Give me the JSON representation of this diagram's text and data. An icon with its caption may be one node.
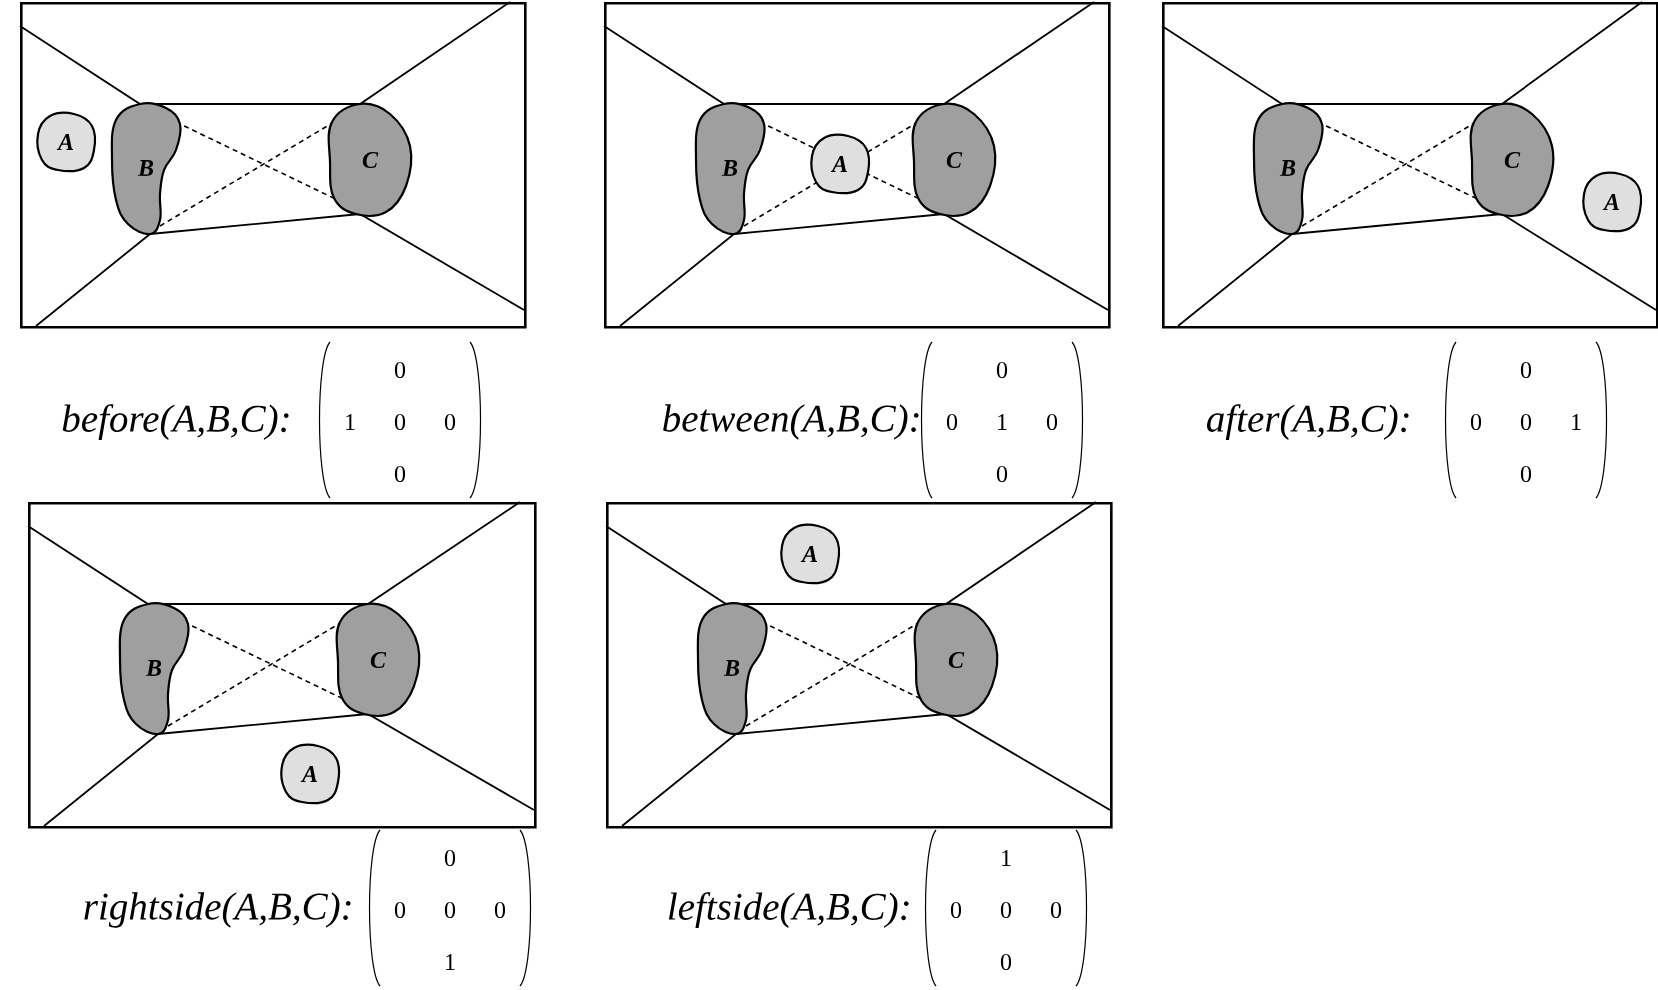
{
  "diagram": {
    "nodes": [
      {
        "text": [],
        "shape": "box",
        "beside": [
          "before(A,B,C):"
        ]
      },
      {
        "text": [
          "B"
        ],
        "in": 0
      },
      {
        "text": [
          "C"
        ],
        "in": 0
      },
      {
        "text": [
          "A"
        ],
        "in": 0
      },
      {
        "text": [],
        "shape": "box",
        "beside": [
          "between(A,B,C):"
        ]
      },
      {
        "text": [
          "B"
        ],
        "in": 4
      },
      {
        "text": [
          "C"
        ],
        "in": 4
      },
      {
        "text": [
          "A"
        ],
        "in": 4
      },
      {
        "text": [],
        "shape": "box",
        "beside": [
          "after(A,B,C):"
        ]
      },
      {
        "text": [
          "B"
        ],
        "in": 8
      },
      {
        "text": [
          "C"
        ],
        "in": 8
      },
      {
        "text": [
          "A"
        ],
        "in": 8
      },
      {
        "text": [],
        "shape": "box",
        "beside": [
          "rightside(A,B,C):"
        ]
      },
      {
        "text": [
          "B"
        ],
        "in": 12
      },
      {
        "text": [
          "C"
        ],
        "in": 12
      },
      {
        "text": [
          "A"
        ],
        "in": 12
      },
      {
        "text": [],
        "shape": "box",
        "beside": [
          "leftside(A,B,C):"
        ]
      },
      {
        "text": [
          "B"
        ],
        "in": 16
      },
      {
        "text": [
          "C"
        ],
        "in": 16
      },
      {
        "text": [
          "A"
        ],
        "in": 16
      }
    ],
    "labels": [
      "0",
      "1",
      "0",
      "0",
      "0",
      "0",
      "0",
      "1",
      "0",
      "0",
      "0",
      "0",
      "0",
      "1",
      "0",
      "0",
      "0",
      "0",
      "0",
      "1",
      "1",
      "0",
      "0",
      "0",
      "0"
    ]
  }
}
